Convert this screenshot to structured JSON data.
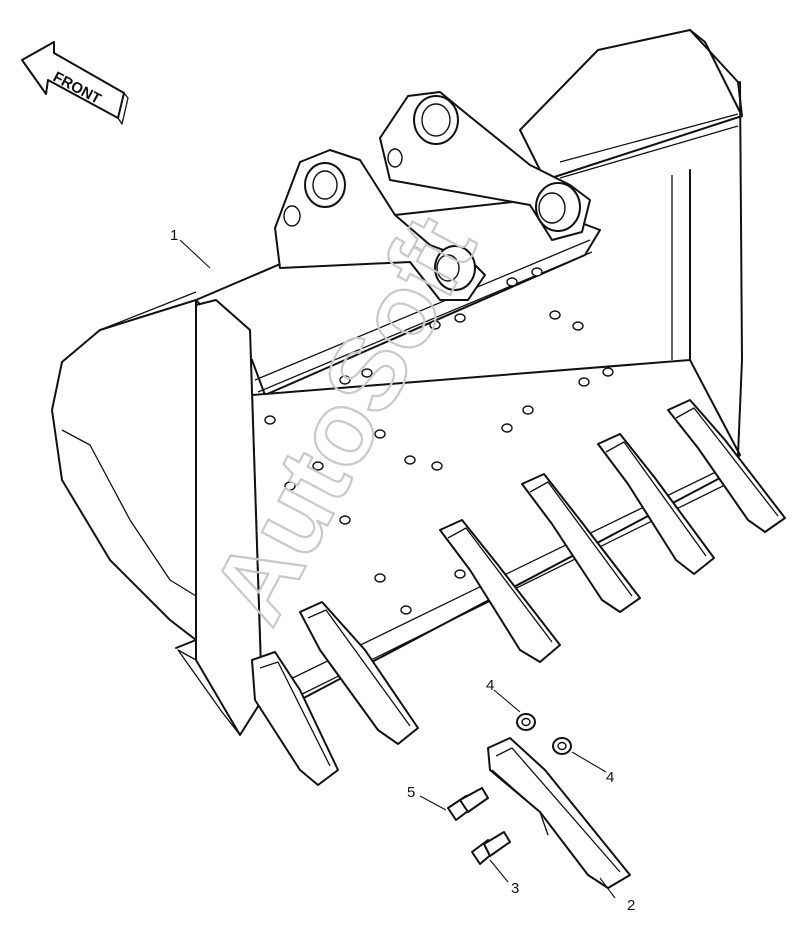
{
  "front_label": "FRONT",
  "watermark": "AutoSoft",
  "callouts": [
    "1",
    "2",
    "3",
    "4",
    "4",
    "5"
  ],
  "ink_color": "#111111"
}
